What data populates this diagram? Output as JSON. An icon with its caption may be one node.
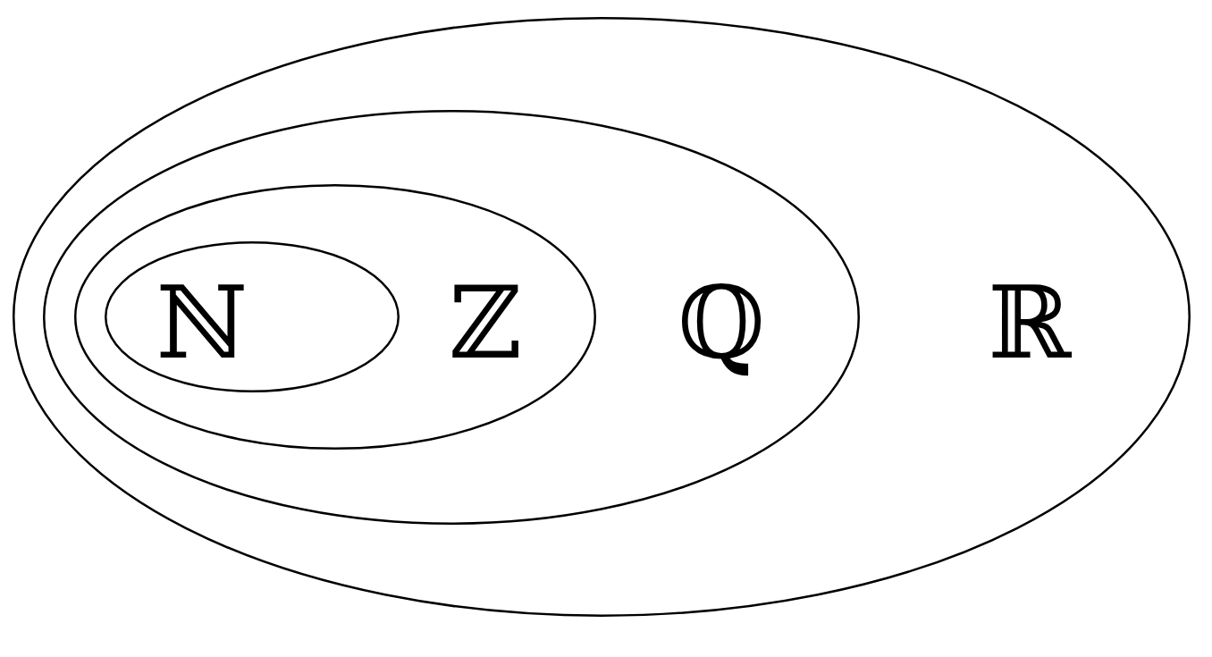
{
  "diagram": {
    "nodes": [
      {
        "text": [
          "ℝ"
        ]
      },
      {
        "text": [
          "ℚ"
        ],
        "in": 0
      },
      {
        "text": [
          "ℤ"
        ],
        "in": 1
      },
      {
        "text": [
          "ℕ"
        ],
        "in": 2
      }
    ]
  }
}
